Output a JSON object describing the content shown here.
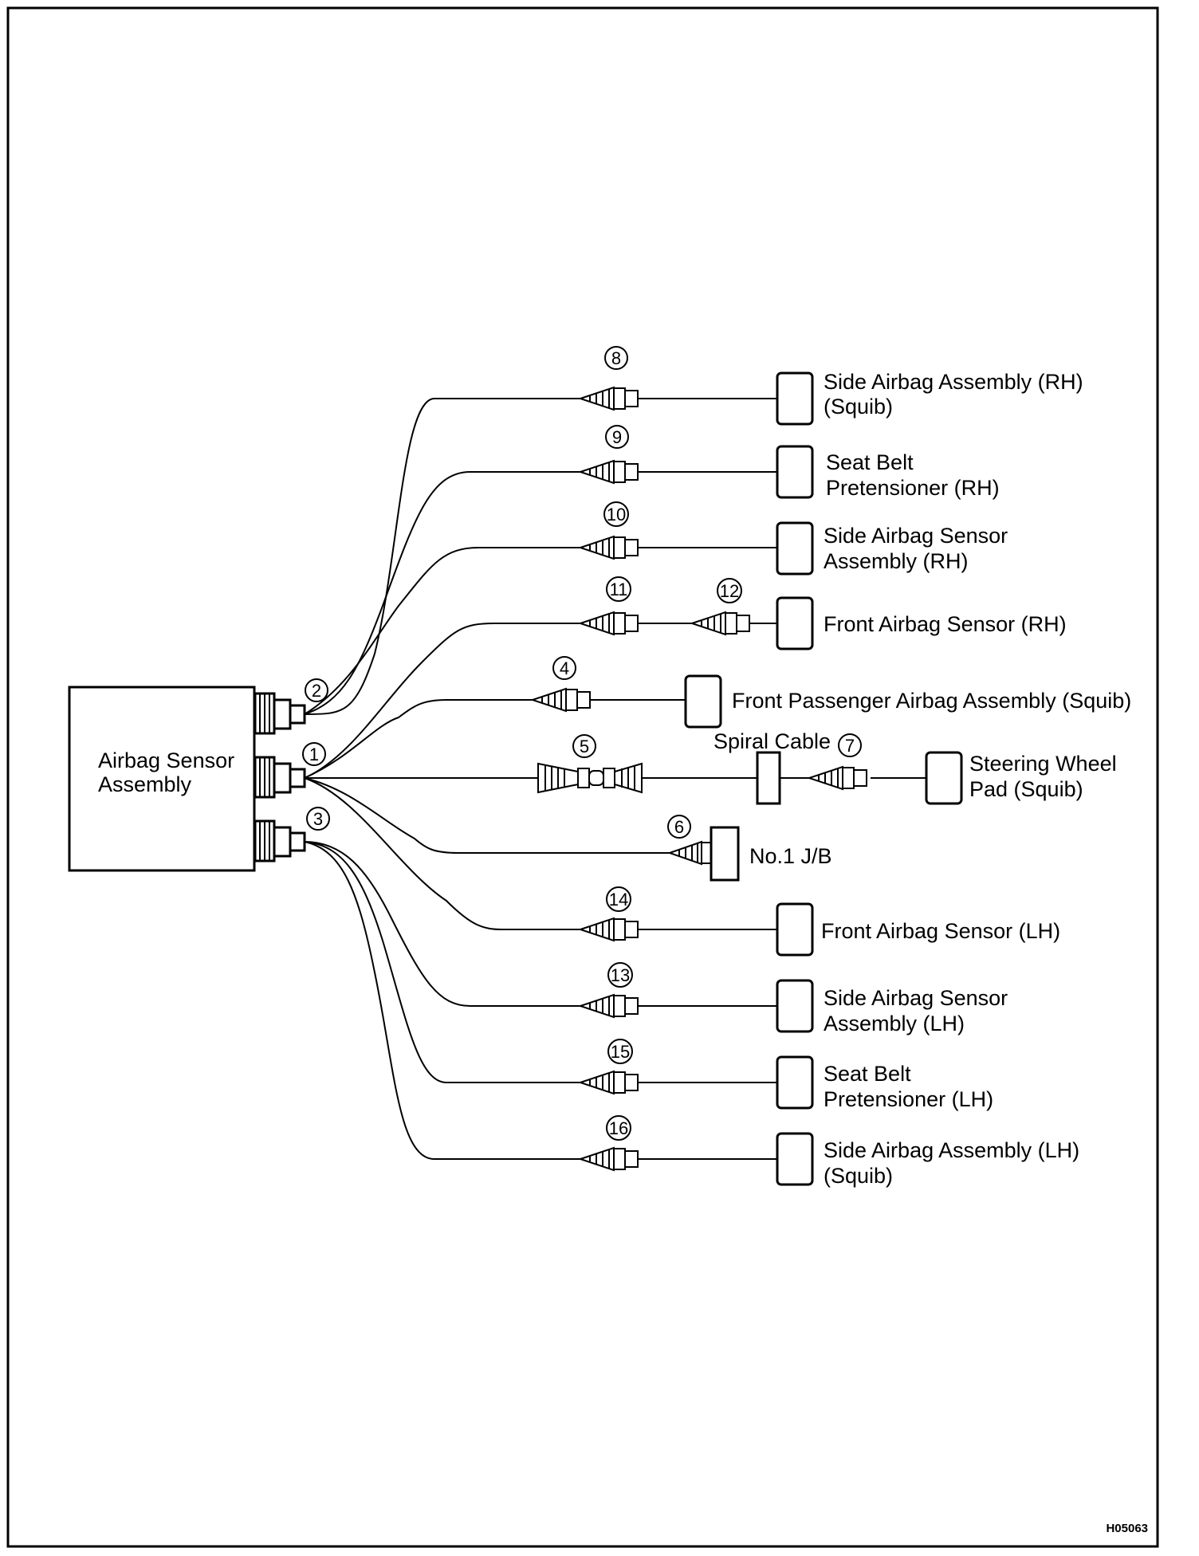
{
  "diagram": {
    "ecu_label": [
      "Airbag Sensor",
      "Assembly"
    ],
    "port_numbers": [
      "2",
      "1",
      "3"
    ],
    "figure_code": "H05063",
    "spiral_cable_label": "Spiral Cable",
    "jb_label": "No.1 J/B",
    "branches": [
      {
        "num": "8",
        "label": [
          "Side Airbag Assembly (RH)",
          "(Squib)"
        ]
      },
      {
        "num": "9",
        "label": [
          "Seat Belt",
          "Pretensioner (RH)"
        ]
      },
      {
        "num": "10",
        "label": [
          "Side Airbag Sensor",
          "Assembly (RH)"
        ]
      },
      {
        "num": "11",
        "num2": "12",
        "label": [
          "Front Airbag Sensor (RH)"
        ]
      },
      {
        "num": "4",
        "label": [
          "Front Passenger Airbag Assembly (Squib)"
        ]
      },
      {
        "num": "5",
        "num2": "7",
        "label": [
          "Steering Wheel",
          "Pad (Squib)"
        ]
      },
      {
        "num": "6",
        "label": [
          "No.1 J/B"
        ]
      },
      {
        "num": "14",
        "label": [
          "Front Airbag Sensor (LH)"
        ]
      },
      {
        "num": "13",
        "label": [
          "Side Airbag Sensor",
          "Assembly (LH)"
        ]
      },
      {
        "num": "15",
        "label": [
          "Seat Belt",
          "Pretensioner (LH)"
        ]
      },
      {
        "num": "16",
        "label": [
          "Side Airbag Assembly (LH)",
          "(Squib)"
        ]
      }
    ]
  }
}
